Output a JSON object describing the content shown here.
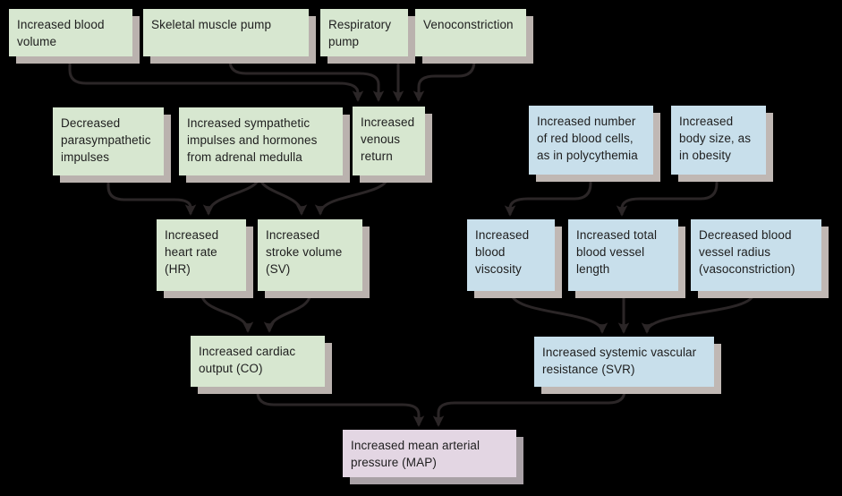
{
  "diagram": {
    "type": "flowchart",
    "background_color": "#000000",
    "colors": {
      "cardiac_pathway_green": "#d7e7d0",
      "vascular_pathway_blue": "#c8dfeb",
      "outcome_pink": "#e3d6e3",
      "arrow": "#2b2627",
      "text": "#1e1e1e",
      "shadow": "#bab2ae"
    },
    "nodes": {
      "blood_volume": {
        "label": "Increased blood volume"
      },
      "skeletal_pump": {
        "label": "Skeletal muscle pump"
      },
      "respiratory": {
        "label": "Respiratory pump"
      },
      "venoconstr": {
        "label": "Venoconstriction"
      },
      "parasymp": {
        "label": "Decreased parasympathetic impulses"
      },
      "sympathetic": {
        "label": "Increased sympathetic impulses and hormones from adrenal medulla"
      },
      "venous_return": {
        "label": "Increased venous return"
      },
      "rbc": {
        "label": "Increased number of red blood cells, as in polycythemia"
      },
      "body_size": {
        "label": "Increased body size, as in obesity"
      },
      "heart_rate": {
        "label": "Increased heart rate (HR)"
      },
      "stroke_volume": {
        "label": "Increased stroke volume (SV)"
      },
      "viscosity": {
        "label": "Increased blood viscosity"
      },
      "vessel_length": {
        "label": "Increased total blood vessel length"
      },
      "vessel_radius": {
        "label": "Decreased blood vessel radius (vasoconstriction)"
      },
      "cardiac_output": {
        "label": "Increased cardiac output (CO)"
      },
      "svr": {
        "label": "Increased systemic vascular resistance (SVR)"
      },
      "map": {
        "label": "Increased mean arterial pressure (MAP)"
      }
    },
    "edges": [
      {
        "from": "blood_volume",
        "to": "venous_return"
      },
      {
        "from": "skeletal_pump",
        "to": "venous_return"
      },
      {
        "from": "respiratory",
        "to": "venous_return"
      },
      {
        "from": "venoconstr",
        "to": "venous_return"
      },
      {
        "from": "parasymp",
        "to": "heart_rate"
      },
      {
        "from": "sympathetic",
        "to": "heart_rate"
      },
      {
        "from": "sympathetic",
        "to": "stroke_volume"
      },
      {
        "from": "venous_return",
        "to": "stroke_volume"
      },
      {
        "from": "rbc",
        "to": "viscosity"
      },
      {
        "from": "body_size",
        "to": "vessel_length"
      },
      {
        "from": "heart_rate",
        "to": "cardiac_output"
      },
      {
        "from": "stroke_volume",
        "to": "cardiac_output"
      },
      {
        "from": "viscosity",
        "to": "svr"
      },
      {
        "from": "vessel_length",
        "to": "svr"
      },
      {
        "from": "vessel_radius",
        "to": "svr"
      },
      {
        "from": "cardiac_output",
        "to": "map"
      },
      {
        "from": "svr",
        "to": "map"
      }
    ]
  }
}
